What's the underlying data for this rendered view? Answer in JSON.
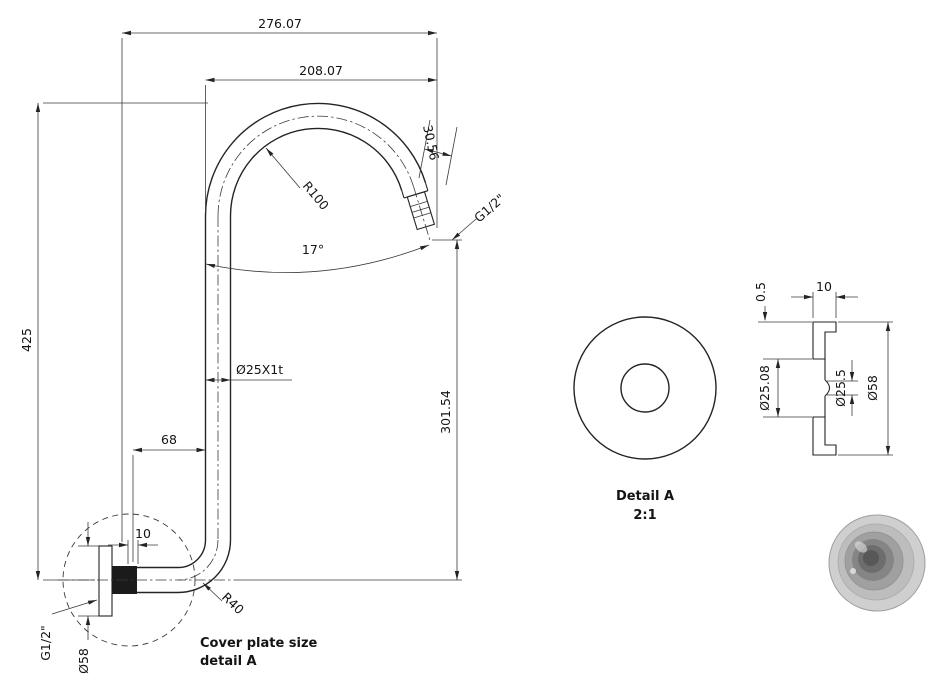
{
  "main_view": {
    "dim_width_total": "276.07",
    "dim_width_arc": "208.07",
    "dim_height_total": "425",
    "dim_height_outlet": "301.54",
    "dim_offset_68": "68",
    "dim_thread_engage": "10",
    "dim_outlet_len": "30.56",
    "dim_angle": "17°",
    "label_r100": "R100",
    "label_r40": "R40",
    "label_pipe_spec": "Ø25X1t",
    "label_outlet_thread": "G1/2\"",
    "label_wall_thread": "G1/2\"",
    "label_cover_dia": "Ø58",
    "note_line1": "Cover plate size",
    "note_line2": "detail A"
  },
  "detail_view": {
    "title": "Detail A",
    "scale": "2:1",
    "dim_lip": "0.5",
    "dim_depth": "10",
    "dim_hole_front": "Ø25.08",
    "dim_hole_rear": "Ø25.5",
    "dim_outer": "Ø58"
  },
  "colors": {
    "line": "#242424",
    "background": "#ffffff"
  }
}
